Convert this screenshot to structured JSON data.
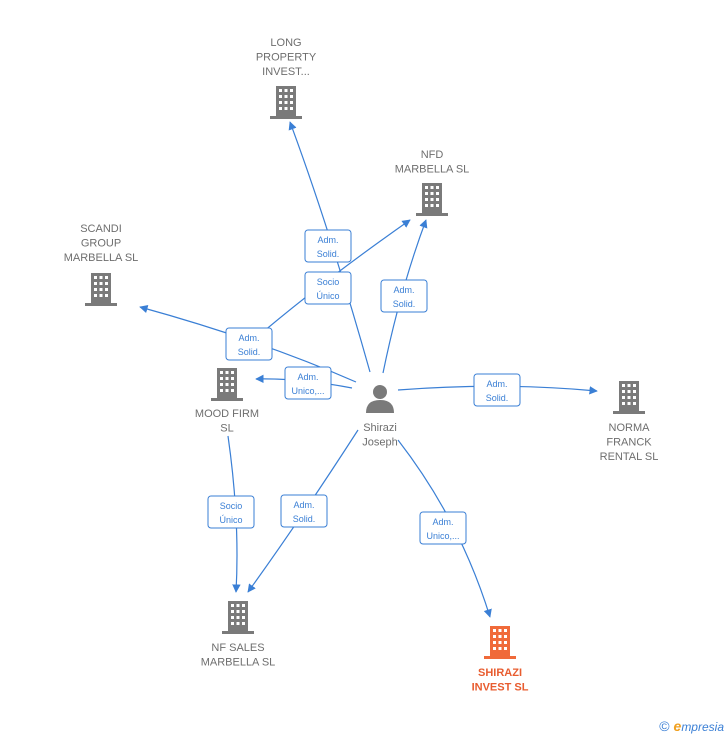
{
  "colors": {
    "edge": "#3a7fd5",
    "building": "#7a7a7a",
    "building_focus": "#f06a3a",
    "person": "#7a7a7a",
    "label": "#6e6e6e"
  },
  "nodes": {
    "long_property": {
      "label": [
        "LONG",
        "PROPERTY",
        "INVEST..."
      ],
      "type": "company"
    },
    "nfd_marbella": {
      "label": [
        "NFD",
        "MARBELLA  SL"
      ],
      "type": "company"
    },
    "scandi_group": {
      "label": [
        "SCANDI",
        "GROUP",
        "MARBELLA  SL"
      ],
      "type": "company"
    },
    "mood_firm": {
      "label": [
        "MOOD FIRM",
        "SL"
      ],
      "type": "company"
    },
    "shirazi_joseph": {
      "label": [
        "Shirazi",
        "Joseph"
      ],
      "type": "person"
    },
    "norma_franck": {
      "label": [
        "NORMA",
        "FRANCK",
        "RENTAL  SL"
      ],
      "type": "company"
    },
    "nf_sales": {
      "label": [
        "NF SALES",
        "MARBELLA  SL"
      ],
      "type": "company"
    },
    "shirazi_invest": {
      "label": [
        "SHIRAZI",
        "INVEST  SL"
      ],
      "type": "company-focus"
    }
  },
  "edges": [
    {
      "from": "shirazi_joseph",
      "to": "long_property",
      "label": [
        "Adm.",
        "Solid."
      ]
    },
    {
      "from": "mood_firm",
      "to": "nfd_marbella",
      "label": [
        "Socio",
        "Único"
      ]
    },
    {
      "from": "shirazi_joseph",
      "to": "nfd_marbella",
      "label": [
        "Adm.",
        "Solid."
      ]
    },
    {
      "from": "shirazi_joseph",
      "to": "scandi_group",
      "label": [
        "Adm.",
        "Solid."
      ]
    },
    {
      "from": "shirazi_joseph",
      "to": "mood_firm",
      "label": [
        "Adm.",
        "Unico,..."
      ]
    },
    {
      "from": "shirazi_joseph",
      "to": "norma_franck",
      "label": [
        "Adm.",
        "Solid."
      ]
    },
    {
      "from": "mood_firm",
      "to": "nf_sales",
      "label": [
        "Socio",
        "Único"
      ]
    },
    {
      "from": "shirazi_joseph",
      "to": "nf_sales",
      "label": [
        "Adm.",
        "Solid."
      ]
    },
    {
      "from": "shirazi_joseph",
      "to": "shirazi_invest",
      "label": [
        "Adm.",
        "Unico,..."
      ]
    }
  ],
  "footer": {
    "copyright": "©",
    "brand_initial": "e",
    "brand_rest": "mpresia"
  }
}
